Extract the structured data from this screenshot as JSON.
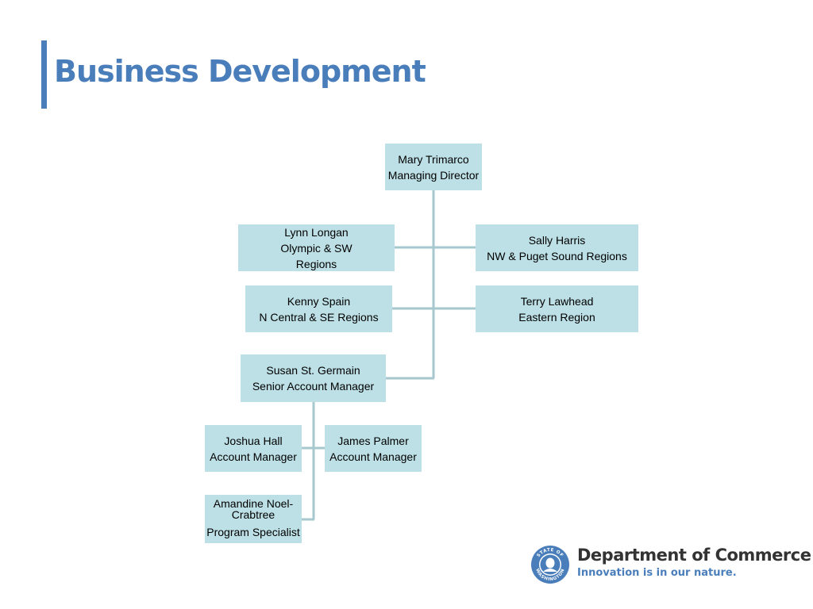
{
  "slide": {
    "title": "Business Development"
  },
  "org_chart": {
    "director": {
      "name": "Mary Trimarco",
      "role": "Managing Director"
    },
    "lynn": {
      "name": "Lynn Longan",
      "role": "Olympic & SW\nRegions"
    },
    "sally": {
      "name": "Sally Harris",
      "role": "NW & Puget Sound Regions"
    },
    "kenny": {
      "name": "Kenny Spain",
      "role": "N Central & SE Regions"
    },
    "terry": {
      "name": "Terry Lawhead",
      "role": "Eastern Region"
    },
    "susan": {
      "name": "Susan St. Germain",
      "role": "Senior Account Manager"
    },
    "joshua": {
      "name": "Joshua Hall",
      "role": "Account Manager"
    },
    "james": {
      "name": "James Palmer",
      "role": "Account Manager"
    },
    "amandine": {
      "name": "Amandine Noel-\nCrabtree",
      "role": "Program Specialist"
    }
  },
  "logo": {
    "name": "Department of Commerce",
    "tagline": "Innovation is in our nature.",
    "seal_text": "STATE OF WASHINGTON"
  },
  "colors": {
    "accent": "#4a7ebb",
    "box_fill": "#bde0e6",
    "connector": "#a7c8ce"
  }
}
